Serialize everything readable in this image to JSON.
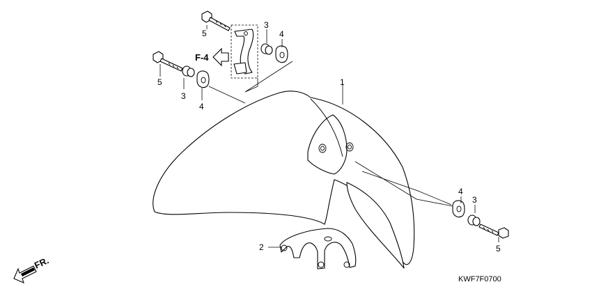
{
  "callouts": {
    "fender": "1",
    "bracket": "2",
    "collar_top": "3",
    "collar_left": "3",
    "collar_right": "3",
    "grommet_top": "4",
    "grommet_left": "4",
    "grommet_right": "4",
    "bolt_top": "5",
    "bolt_left": "5",
    "bolt_right": "5"
  },
  "reference_mark": "F-4",
  "direction_mark": "FR.",
  "diagram_code": "KWF7F0700",
  "colors": {
    "line": "#000000",
    "background": "#ffffff"
  }
}
